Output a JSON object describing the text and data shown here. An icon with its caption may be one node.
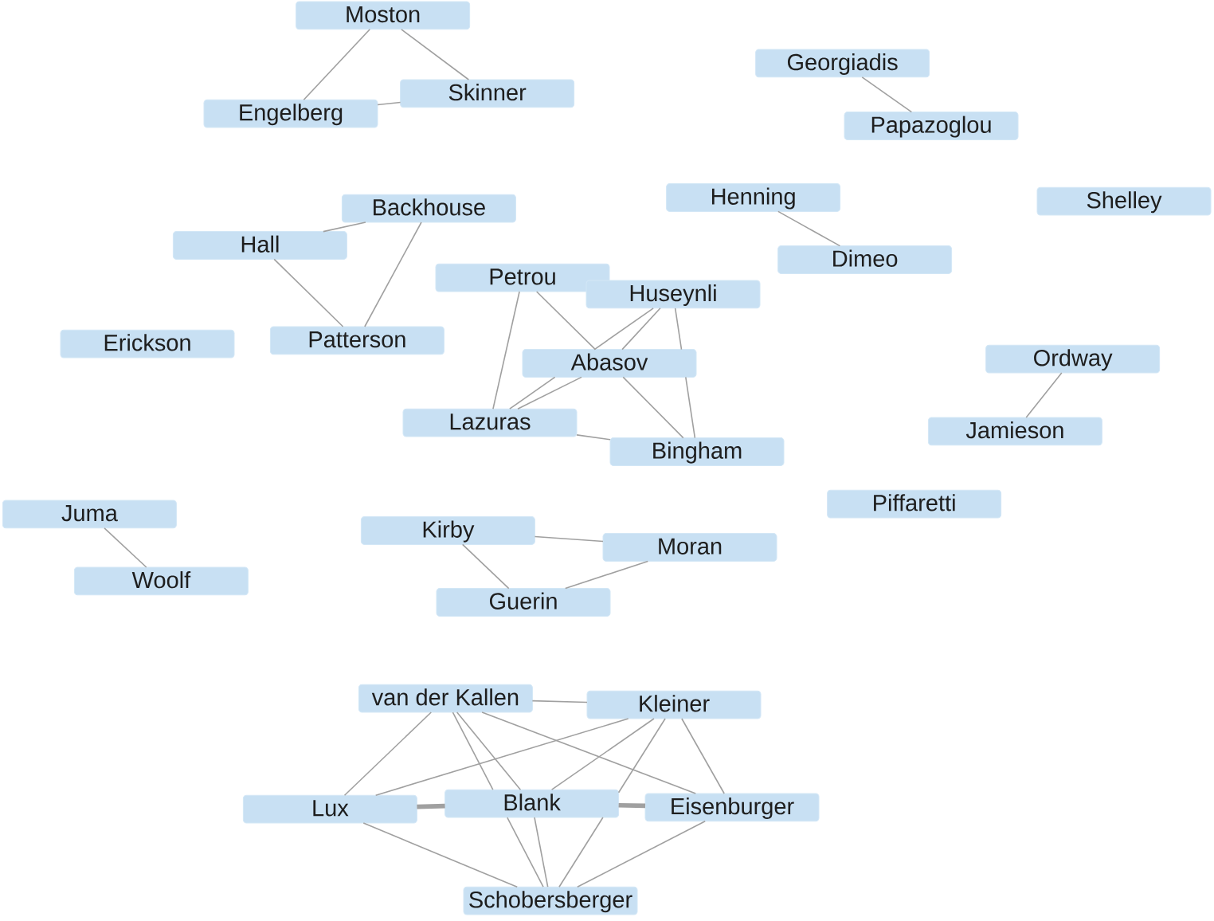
{
  "diagram": {
    "nodes": [
      {
        "text": [
          "Moston"
        ]
      },
      {
        "text": [
          "Skinner"
        ]
      },
      {
        "text": [
          "Engelberg"
        ]
      },
      {
        "text": [
          "Georgiadis"
        ]
      },
      {
        "text": [
          "Papazoglou"
        ]
      },
      {
        "text": [
          "Backhouse"
        ]
      },
      {
        "text": [
          "Hall"
        ]
      },
      {
        "text": [
          "Henning"
        ]
      },
      {
        "text": [
          "Shelley"
        ]
      },
      {
        "text": [
          "Dimeo"
        ]
      },
      {
        "text": [
          "Petrou"
        ]
      },
      {
        "text": [
          "Huseynli"
        ]
      },
      {
        "text": [
          "Erickson"
        ]
      },
      {
        "text": [
          "Patterson"
        ]
      },
      {
        "text": [
          "Abasov"
        ]
      },
      {
        "text": [
          "Ordway"
        ]
      },
      {
        "text": [
          "Lazuras"
        ]
      },
      {
        "text": [
          "Jamieson"
        ]
      },
      {
        "text": [
          "Bingham"
        ]
      },
      {
        "text": [
          "Piffaretti"
        ]
      },
      {
        "text": [
          "Juma"
        ]
      },
      {
        "text": [
          "Kirby"
        ]
      },
      {
        "text": [
          "Moran"
        ]
      },
      {
        "text": [
          "Woolf"
        ]
      },
      {
        "text": [
          "Guerin"
        ]
      },
      {
        "text": [
          "van der Kallen"
        ]
      },
      {
        "text": [
          "Kleiner"
        ]
      },
      {
        "text": [
          "Lux"
        ]
      },
      {
        "text": [
          "Blank"
        ]
      },
      {
        "text": [
          "Eisenburger"
        ]
      },
      {
        "text": [
          "Schobersberger"
        ]
      }
    ],
    "edges": [
      {
        "from": 0,
        "to": 2,
        "arrow": "none"
      },
      {
        "from": 0,
        "to": 1,
        "arrow": "none"
      },
      {
        "from": 2,
        "to": 1,
        "arrow": "none"
      },
      {
        "from": 3,
        "to": 4,
        "arrow": "none"
      },
      {
        "from": 5,
        "to": 6,
        "arrow": "none"
      },
      {
        "from": 6,
        "to": 13,
        "arrow": "none"
      },
      {
        "from": 5,
        "to": 13,
        "arrow": "none"
      },
      {
        "from": 7,
        "to": 9,
        "arrow": "none"
      },
      {
        "from": 10,
        "to": 16,
        "arrow": "none"
      },
      {
        "from": 10,
        "to": 14,
        "arrow": "none"
      },
      {
        "from": 11,
        "to": 14,
        "arrow": "none"
      },
      {
        "from": 11,
        "to": 14,
        "arrow": "none"
      },
      {
        "from": 14,
        "to": 16,
        "arrow": "none"
      },
      {
        "from": 11,
        "to": 14,
        "arrow": "none"
      },
      {
        "from": 14,
        "to": 18,
        "arrow": "none"
      },
      {
        "from": 14,
        "to": 16,
        "arrow": "none"
      },
      {
        "from": 14,
        "to": 18,
        "arrow": "none"
      },
      {
        "from": 16,
        "to": 18,
        "arrow": "none"
      },
      {
        "from": 15,
        "to": 17,
        "arrow": "none"
      },
      {
        "from": 20,
        "to": 23,
        "arrow": "none"
      },
      {
        "from": 21,
        "to": 22,
        "arrow": "none"
      },
      {
        "from": 21,
        "to": 24,
        "arrow": "none"
      },
      {
        "from": 24,
        "to": 22,
        "arrow": "none"
      },
      {
        "from": 25,
        "to": 26,
        "arrow": "none"
      },
      {
        "from": 25,
        "to": 27,
        "arrow": "none"
      },
      {
        "from": 25,
        "to": 28,
        "arrow": "none"
      },
      {
        "from": 25,
        "to": 28,
        "arrow": "none"
      },
      {
        "from": 28,
        "to": 30,
        "arrow": "none"
      },
      {
        "from": 25,
        "to": 29,
        "arrow": "none"
      },
      {
        "from": 26,
        "to": 27,
        "arrow": "none"
      },
      {
        "from": 26,
        "to": 28,
        "arrow": "none"
      },
      {
        "from": 26,
        "to": 28,
        "arrow": "none"
      },
      {
        "from": 28,
        "to": 30,
        "arrow": "none"
      },
      {
        "from": 26,
        "to": 29,
        "arrow": "none"
      },
      {
        "from": 27,
        "to": 28,
        "arrow": "none",
        "style": "thick"
      },
      {
        "from": 27,
        "to": 30,
        "arrow": "none"
      },
      {
        "from": 28,
        "to": 29,
        "arrow": "none",
        "style": "thick"
      },
      {
        "from": 28,
        "to": 30,
        "arrow": "none"
      },
      {
        "from": 29,
        "to": 30,
        "arrow": "none"
      }
    ]
  }
}
